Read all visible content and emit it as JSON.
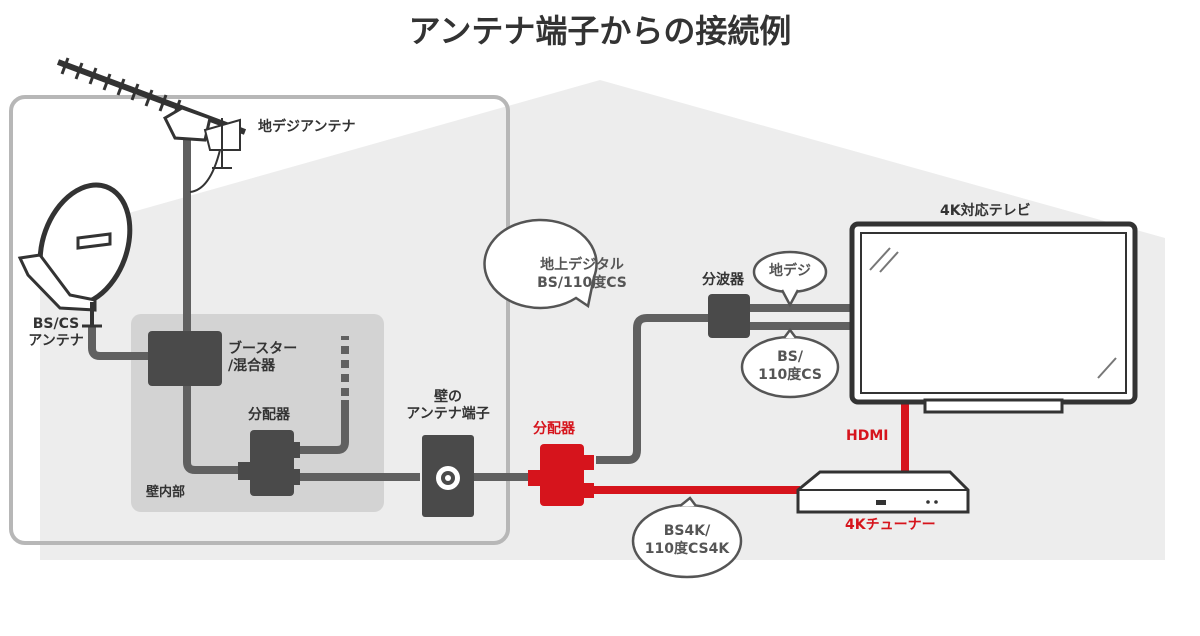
{
  "title": "アンテナ端子からの接続例",
  "labels": {
    "terrestrial_antenna": "地デジアンテナ",
    "bs_cs_antenna_line1": "BS/CS",
    "bs_cs_antenna_line2": "アンテナ",
    "booster_line1": "ブースター",
    "booster_line2": "/混合器",
    "splitter_inwall": "分配器",
    "inwall": "壁内部",
    "wall_terminal_line1": "壁の",
    "wall_terminal_line2": "アンテナ端子",
    "splitter_red": "分配器",
    "diplexer": "分波器",
    "tv": "4K対応テレビ",
    "hdmi": "HDMI",
    "tuner": "4Kチューナー"
  },
  "bubbles": {
    "signal_line1": "地上デジタル",
    "signal_line2": "BS/110度CS",
    "chideji": "地デジ",
    "bs_line1": "BS/",
    "bs_line2": "110度CS",
    "bs4k_line1": "BS4K/",
    "bs4k_line2": "110度CS4K"
  },
  "colors": {
    "cable_gray": "#606060",
    "cable_red": "#d6141c",
    "house_fill": "#ededed",
    "inwall_fill": "#d3d3d3",
    "text_dark": "#333333"
  }
}
